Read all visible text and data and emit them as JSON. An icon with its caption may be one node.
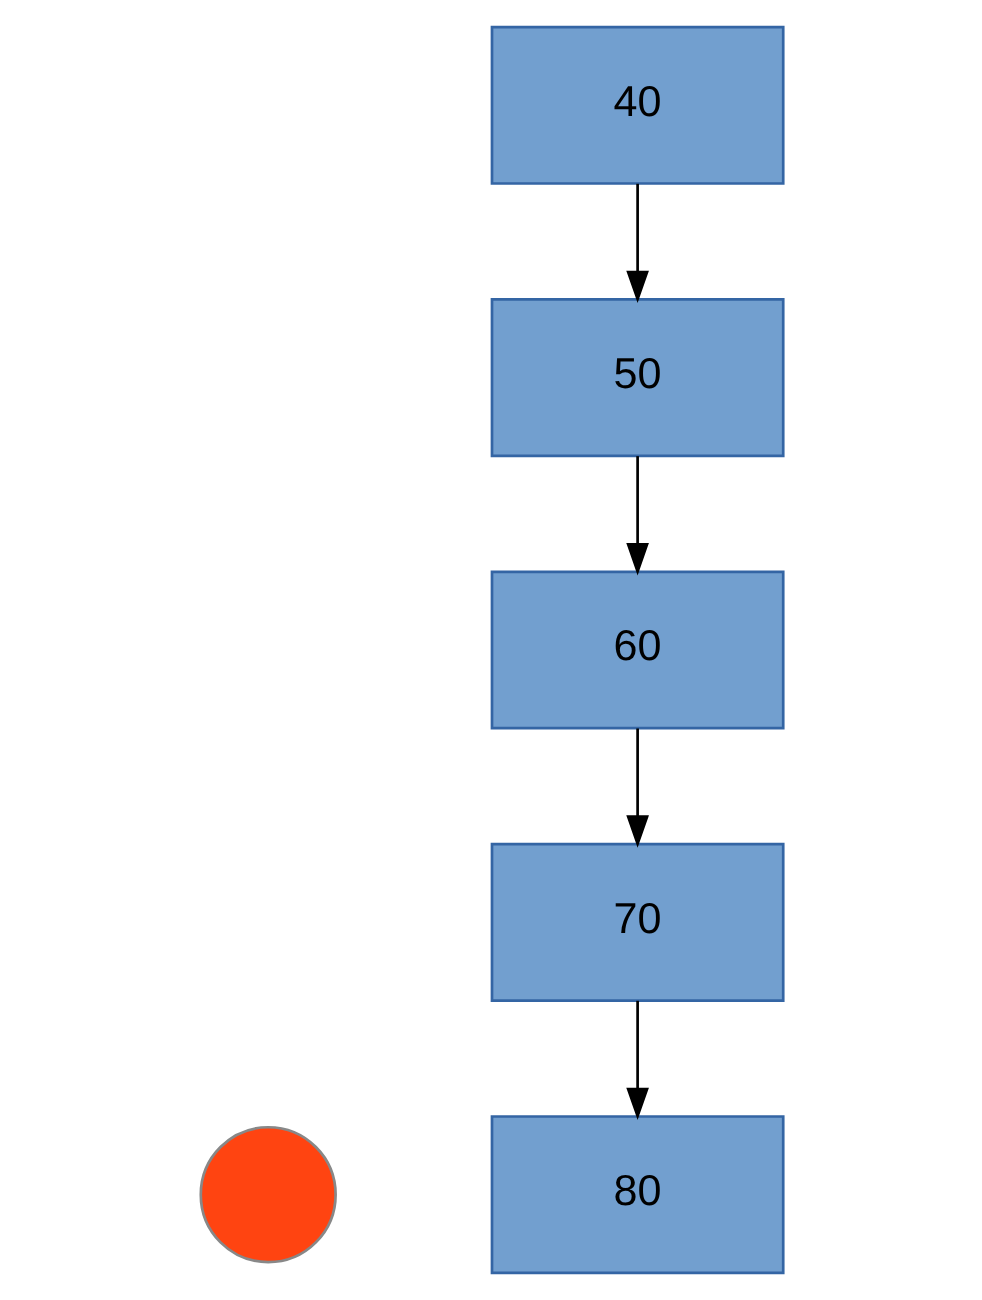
{
  "diagram": {
    "nodes": [
      {
        "text": [
          "40"
        ]
      },
      {
        "text": [
          "50"
        ]
      },
      {
        "text": [
          "60"
        ]
      },
      {
        "text": [
          "70"
        ]
      },
      {
        "text": [],
        "shape": "circle"
      },
      {
        "text": [
          "80"
        ]
      }
    ],
    "edges": [
      {
        "from": 0,
        "to": 1,
        "arrow": "to"
      },
      {
        "from": 1,
        "to": 2,
        "arrow": "to"
      },
      {
        "from": 2,
        "to": 3,
        "arrow": "to"
      },
      {
        "from": 3,
        "to": 5,
        "arrow": "to"
      }
    ]
  }
}
